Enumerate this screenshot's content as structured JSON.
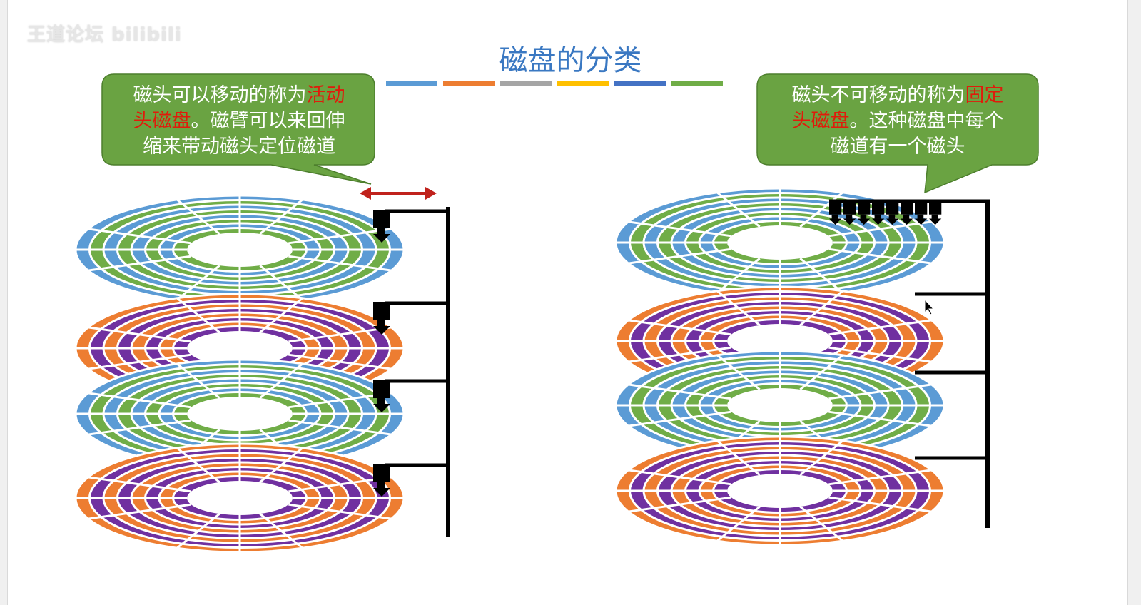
{
  "watermark": "王道论坛 bilibili",
  "title": "磁盘的分类",
  "color_bar": [
    "#5b9bd5",
    "#ed7d31",
    "#a5a5a5",
    "#ffc000",
    "#4472c4",
    "#70ad47"
  ],
  "callout_left": {
    "lines": [
      {
        "normal": "磁头可以移动的称为",
        "highlight": "活动"
      },
      {
        "highlight": "头磁盘",
        "normal": "。磁臂可以来回伸"
      },
      {
        "normal": "缩来带动磁头定位磁道"
      }
    ]
  },
  "callout_right": {
    "lines": [
      {
        "normal": "磁头不可移动的称为",
        "highlight": "固定"
      },
      {
        "highlight": "头磁盘",
        "normal": "。这种磁盘中每个"
      },
      {
        "normal": "磁道有一个磁头"
      }
    ]
  },
  "colors": {
    "callout_fill": "#6aa342",
    "highlight": "#e01b0b",
    "arrow": "#c0221c",
    "blue": "#5b9bd5",
    "green": "#70ad47",
    "orange": "#ed7d31",
    "purple": "#7030a0",
    "arm": "#000000"
  },
  "platters": [
    "blue-green",
    "orange-purple",
    "blue-green",
    "orange-purple"
  ],
  "fixed_heads_count": 8
}
